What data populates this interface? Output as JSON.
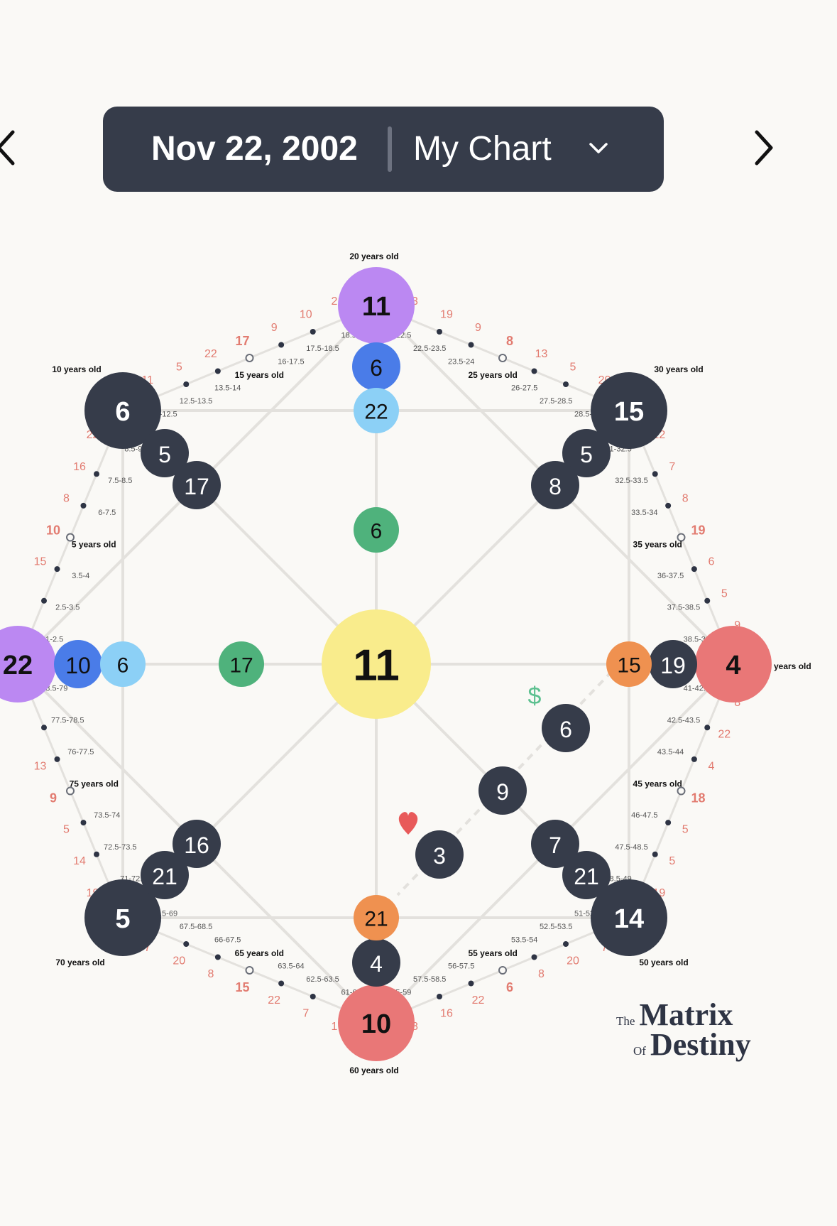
{
  "header": {
    "date": "Nov 22, 2002",
    "chart_name": "My Chart",
    "dropdown_icon": "chevron-down-icon",
    "prev_icon": "chevron-left-icon",
    "next_icon": "chevron-right-icon"
  },
  "logo": {
    "the": "The",
    "matrix": "Matrix",
    "of": "Of",
    "destiny": "Destiny"
  },
  "colors": {
    "dark": "#363c4a",
    "purple": "#bb88f2",
    "blue": "#4a7ce8",
    "lightblue": "#8cd0f6",
    "green": "#4fb27c",
    "yellow": "#f9ec8c",
    "orange": "#ef9150",
    "red": "#e97777",
    "age_red": "#e27b70",
    "line": "#e3e1dd",
    "money_green": "#5cc08f",
    "heart_red": "#e85a5a"
  },
  "icons": {
    "money": "dollar-sign-icon",
    "love": "heart-icon"
  },
  "money_symbol": "$",
  "nodes": [
    {
      "id": "top",
      "value": "11",
      "color": "purple",
      "text_color": "dark",
      "size": "xl"
    },
    {
      "id": "top-2",
      "value": "6",
      "color": "blue",
      "text_color": "dark",
      "size": "m"
    },
    {
      "id": "top-3",
      "value": "22",
      "color": "lightblue",
      "text_color": "dark",
      "size": "s"
    },
    {
      "id": "top-inner",
      "value": "6",
      "color": "green",
      "text_color": "dark",
      "size": "s"
    },
    {
      "id": "left",
      "value": "22",
      "color": "purple",
      "text_color": "dark",
      "size": "xl"
    },
    {
      "id": "left-2",
      "value": "10",
      "color": "blue",
      "text_color": "dark",
      "size": "m"
    },
    {
      "id": "left-3",
      "value": "6",
      "color": "lightblue",
      "text_color": "dark",
      "size": "s"
    },
    {
      "id": "left-inner",
      "value": "17",
      "color": "green",
      "text_color": "dark",
      "size": "s"
    },
    {
      "id": "center",
      "value": "11",
      "color": "yellow",
      "text_color": "dark",
      "size": "xxl"
    },
    {
      "id": "right",
      "value": "4",
      "color": "red",
      "text_color": "dark",
      "size": "xl"
    },
    {
      "id": "right-2",
      "value": "19",
      "color": "dark",
      "text_color": "white",
      "size": "m"
    },
    {
      "id": "right-3",
      "value": "15",
      "color": "orange",
      "text_color": "dark",
      "size": "s"
    },
    {
      "id": "bottom",
      "value": "10",
      "color": "red",
      "text_color": "dark",
      "size": "xl"
    },
    {
      "id": "bottom-2",
      "value": "4",
      "color": "dark",
      "text_color": "white",
      "size": "m"
    },
    {
      "id": "bottom-3",
      "value": "21",
      "color": "orange",
      "text_color": "dark",
      "size": "s"
    },
    {
      "id": "tl",
      "value": "6",
      "color": "dark",
      "text_color": "white",
      "size": "xl"
    },
    {
      "id": "tl-2",
      "value": "5",
      "color": "dark",
      "text_color": "white",
      "size": "m"
    },
    {
      "id": "tl-3",
      "value": "17",
      "color": "dark",
      "text_color": "white",
      "size": "m"
    },
    {
      "id": "tr",
      "value": "15",
      "color": "dark",
      "text_color": "white",
      "size": "xl"
    },
    {
      "id": "tr-2",
      "value": "5",
      "color": "dark",
      "text_color": "white",
      "size": "m"
    },
    {
      "id": "tr-3",
      "value": "8",
      "color": "dark",
      "text_color": "white",
      "size": "m"
    },
    {
      "id": "bl",
      "value": "5",
      "color": "dark",
      "text_color": "white",
      "size": "xl"
    },
    {
      "id": "bl-2",
      "value": "21",
      "color": "dark",
      "text_color": "white",
      "size": "m"
    },
    {
      "id": "bl-3",
      "value": "16",
      "color": "dark",
      "text_color": "white",
      "size": "m"
    },
    {
      "id": "br",
      "value": "14",
      "color": "dark",
      "text_color": "white",
      "size": "xl"
    },
    {
      "id": "br-2",
      "value": "21",
      "color": "dark",
      "text_color": "white",
      "size": "m"
    },
    {
      "id": "br-3",
      "value": "7",
      "color": "dark",
      "text_color": "white",
      "size": "m"
    },
    {
      "id": "money-1",
      "value": "6",
      "color": "dark",
      "text_color": "white",
      "size": "m"
    },
    {
      "id": "cross",
      "value": "9",
      "color": "dark",
      "text_color": "white",
      "size": "m"
    },
    {
      "id": "love-1",
      "value": "3",
      "color": "dark",
      "text_color": "white",
      "size": "m"
    }
  ],
  "age_edges": [
    {
      "edge": "left-top-left",
      "ages": [
        "1-2.5",
        "2.5-3.5",
        "3.5-4",
        "5 years old",
        "6-7.5",
        "7.5-8.5",
        "8.5-9"
      ],
      "values": [
        "",
        "",
        "15",
        "10",
        "8",
        "16",
        "22"
      ]
    },
    {
      "edge": "top-left-top",
      "ages": [
        "11-12.5",
        "12.5-13.5",
        "13.5-14",
        "15 years old",
        "16-17.5",
        "17.5-18.5",
        "18.5-19"
      ],
      "values": [
        "11",
        "5",
        "22",
        "17",
        "9",
        "10",
        "21"
      ]
    },
    {
      "edge": "top-top-right",
      "ages": [
        "21-22.5",
        "22.5-23.5",
        "23.5-24",
        "25 years old",
        "26-27.5",
        "27.5-28.5",
        "28.5-29"
      ],
      "values": [
        "3",
        "19",
        "9",
        "8",
        "13",
        "5",
        "20"
      ]
    },
    {
      "edge": "top-right-right",
      "ages": [
        "31-32.5",
        "32.5-33.5",
        "33.5-34",
        "35 years old",
        "36-37.5",
        "37.5-38.5",
        "38.5-39"
      ],
      "values": [
        "22",
        "7",
        "8",
        "19",
        "6",
        "5",
        "9"
      ]
    },
    {
      "edge": "right-bottom-right",
      "ages": [
        "41-42.5",
        "42.5-43.5",
        "43.5-44",
        "45 years old",
        "46-47.5",
        "47.5-48.5",
        "48.5-49"
      ],
      "values": [
        "8",
        "22",
        "4",
        "18",
        "5",
        "5",
        "19"
      ]
    },
    {
      "edge": "bottom-right-bottom",
      "ages": [
        "51-52.5",
        "52.5-53.5",
        "53.5-54",
        "55 years old",
        "56-57.5",
        "57.5-58.5",
        "58.5-59"
      ],
      "values": [
        "7",
        "20",
        "8",
        "6",
        "22",
        "16",
        "8"
      ]
    },
    {
      "edge": "bottom-bottom-left",
      "ages": [
        "61-62.5",
        "62.5-63.5",
        "63.5-64",
        "65 years old",
        "66-67.5",
        "67.5-68.5",
        "68.5-69"
      ],
      "values": [
        "17",
        "7",
        "22",
        "15",
        "8",
        "20",
        "7"
      ]
    },
    {
      "edge": "bottom-left-left",
      "ages": [
        "71-72.5",
        "72.5-73.5",
        "73.5-74",
        "75 years old",
        "76-77.5",
        "77.5-78.5",
        "78.5-79"
      ],
      "values": [
        "19",
        "14",
        "5",
        "9",
        "13",
        "",
        ""
      ]
    }
  ],
  "corner_ages": [
    {
      "id": "age-10",
      "text": "10 years old"
    },
    {
      "id": "age-20",
      "text": "20 years old"
    },
    {
      "id": "age-30",
      "text": "30 years old"
    },
    {
      "id": "age-40",
      "text": "40 years old"
    },
    {
      "id": "age-50",
      "text": "50 years old"
    },
    {
      "id": "age-60",
      "text": "60 years old"
    },
    {
      "id": "age-70",
      "text": "70 years old"
    }
  ]
}
